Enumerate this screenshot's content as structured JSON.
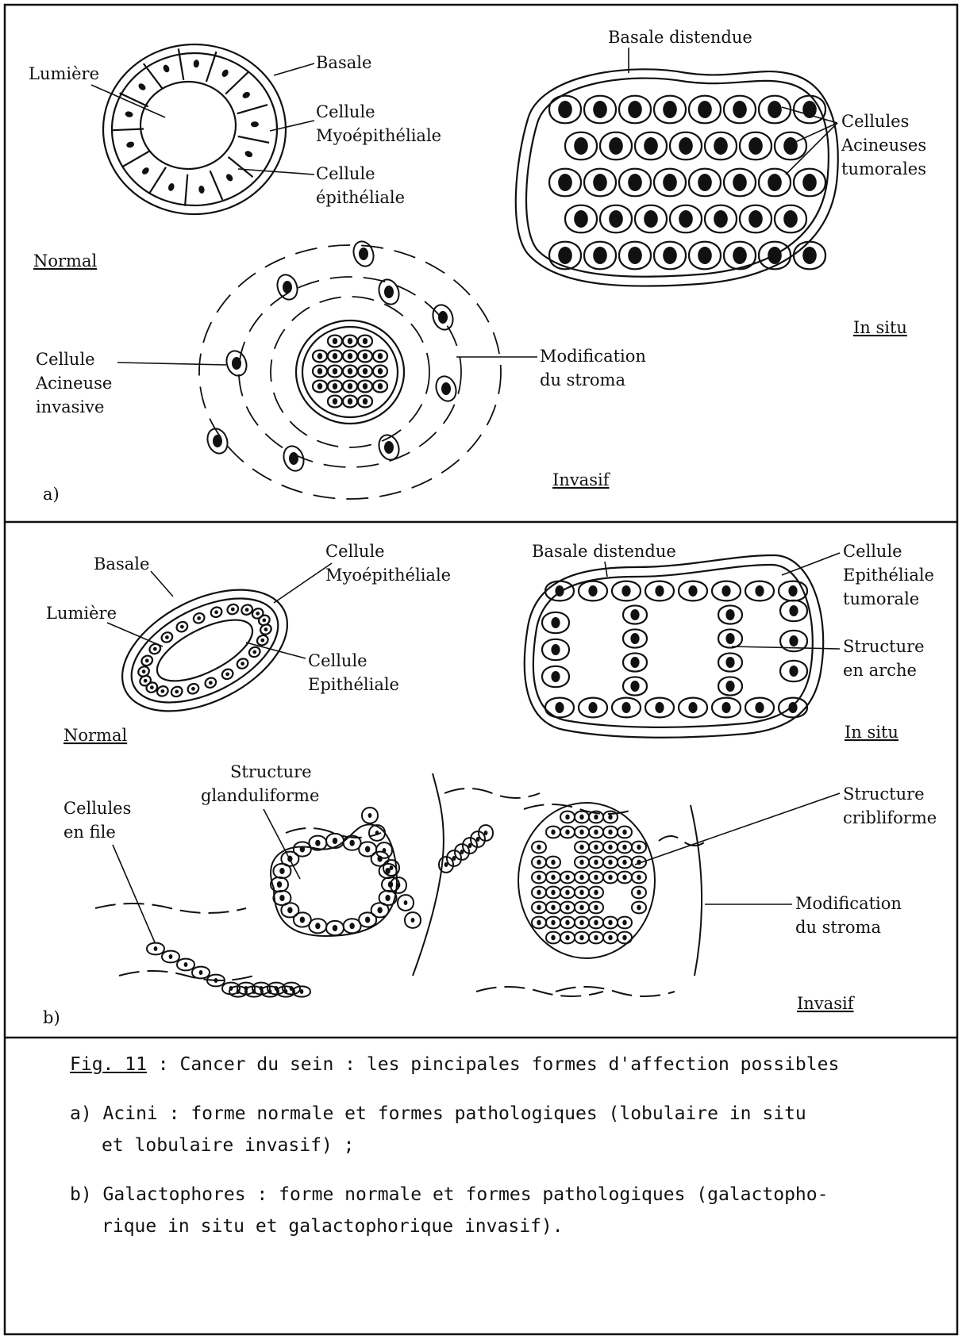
{
  "panel_a": {
    "tag": "a)",
    "normal": {
      "title": "Normal",
      "labels": {
        "lumiere": "Lumière",
        "basale": "Basale",
        "myo_1": "Cellule",
        "myo_2": "Myoépithéliale",
        "epi_1": "Cellule",
        "epi_2": "épithéliale"
      }
    },
    "insitu": {
      "title": "In situ",
      "labels": {
        "basale_distendue": "Basale distendue",
        "cells_1": "Cellules",
        "cells_2": "Acineuses",
        "cells_3": "tumorales"
      }
    },
    "invasif": {
      "title": "Invasif",
      "labels": {
        "acineuse_1": "Cellule",
        "acineuse_2": "Acineuse",
        "acineuse_3": "invasive",
        "stroma_1": "Modification",
        "stroma_2": "du stroma"
      }
    }
  },
  "panel_b": {
    "tag": "b)",
    "normal": {
      "title": "Normal",
      "labels": {
        "basale": "Basale",
        "lumiere": "Lumière",
        "myo_1": "Cellule",
        "myo_2": "Myoépithéliale",
        "epi_1": "Cellule",
        "epi_2": "Epithéliale"
      }
    },
    "insitu": {
      "title": "In situ",
      "labels": {
        "basale_distendue": "Basale distendue",
        "epi_1": "Cellule",
        "epi_2": "Epithéliale",
        "epi_3": "tumorale",
        "arche_1": "Structure",
        "arche_2": "en arche"
      }
    },
    "invasif": {
      "title": "Invasif",
      "labels": {
        "file_1": "Cellules",
        "file_2": "en file",
        "glandu_1": "Structure",
        "glandu_2": "glanduliforme",
        "cribli_1": "Structure",
        "cribli_2": "cribliforme",
        "stroma_1": "Modification",
        "stroma_2": "du stroma"
      }
    }
  },
  "caption": {
    "fig_ref": "Fig. 11",
    "fig_title": " : Cancer du sein : les pincipales formes d'affection possibles",
    "a_line1": "a) Acini  : forme normale et formes pathologiques (lobulaire in situ",
    "a_line2": "et lobulaire invasif) ;",
    "b_line1": "b) Galactophores : forme normale et formes pathologiques (galactopho-",
    "b_line2": "rique in situ et galactophorique invasif)."
  }
}
